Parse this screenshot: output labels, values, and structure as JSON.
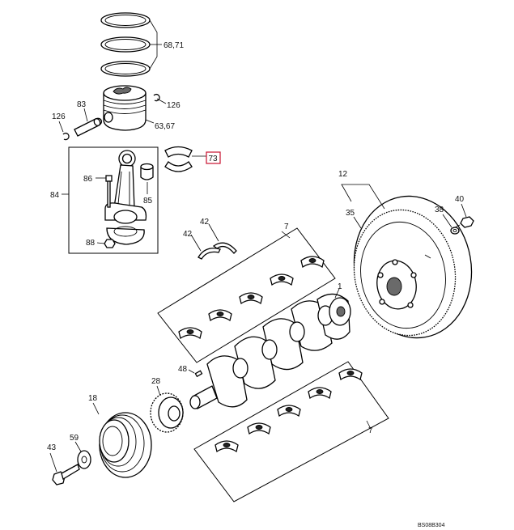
{
  "diagram_id": "BS08B304",
  "highlight_color": "#c8102e",
  "callouts": {
    "piston_rings": "68,71",
    "piston": "63,67",
    "snap_ring_right": "126",
    "snap_ring_left": "126",
    "piston_pin": "83",
    "pin_bearing": "73",
    "rod_bolt": "86",
    "rod_bushing": "85",
    "rod_assembly": "84",
    "rod_nut": "88",
    "thrust_washer_upper": "42",
    "thrust_washer_lower": "42",
    "main_bearings_upper": "7",
    "main_bearings_lower": "7",
    "flywheel_assembly": "12",
    "ring_gear": "35",
    "flywheel_washer": "38",
    "flywheel_bolt": "40",
    "crankshaft": "1",
    "key": "48",
    "crank_gear": "28",
    "pulley": "18",
    "pulley_washer": "59",
    "pulley_bolt": "43"
  }
}
